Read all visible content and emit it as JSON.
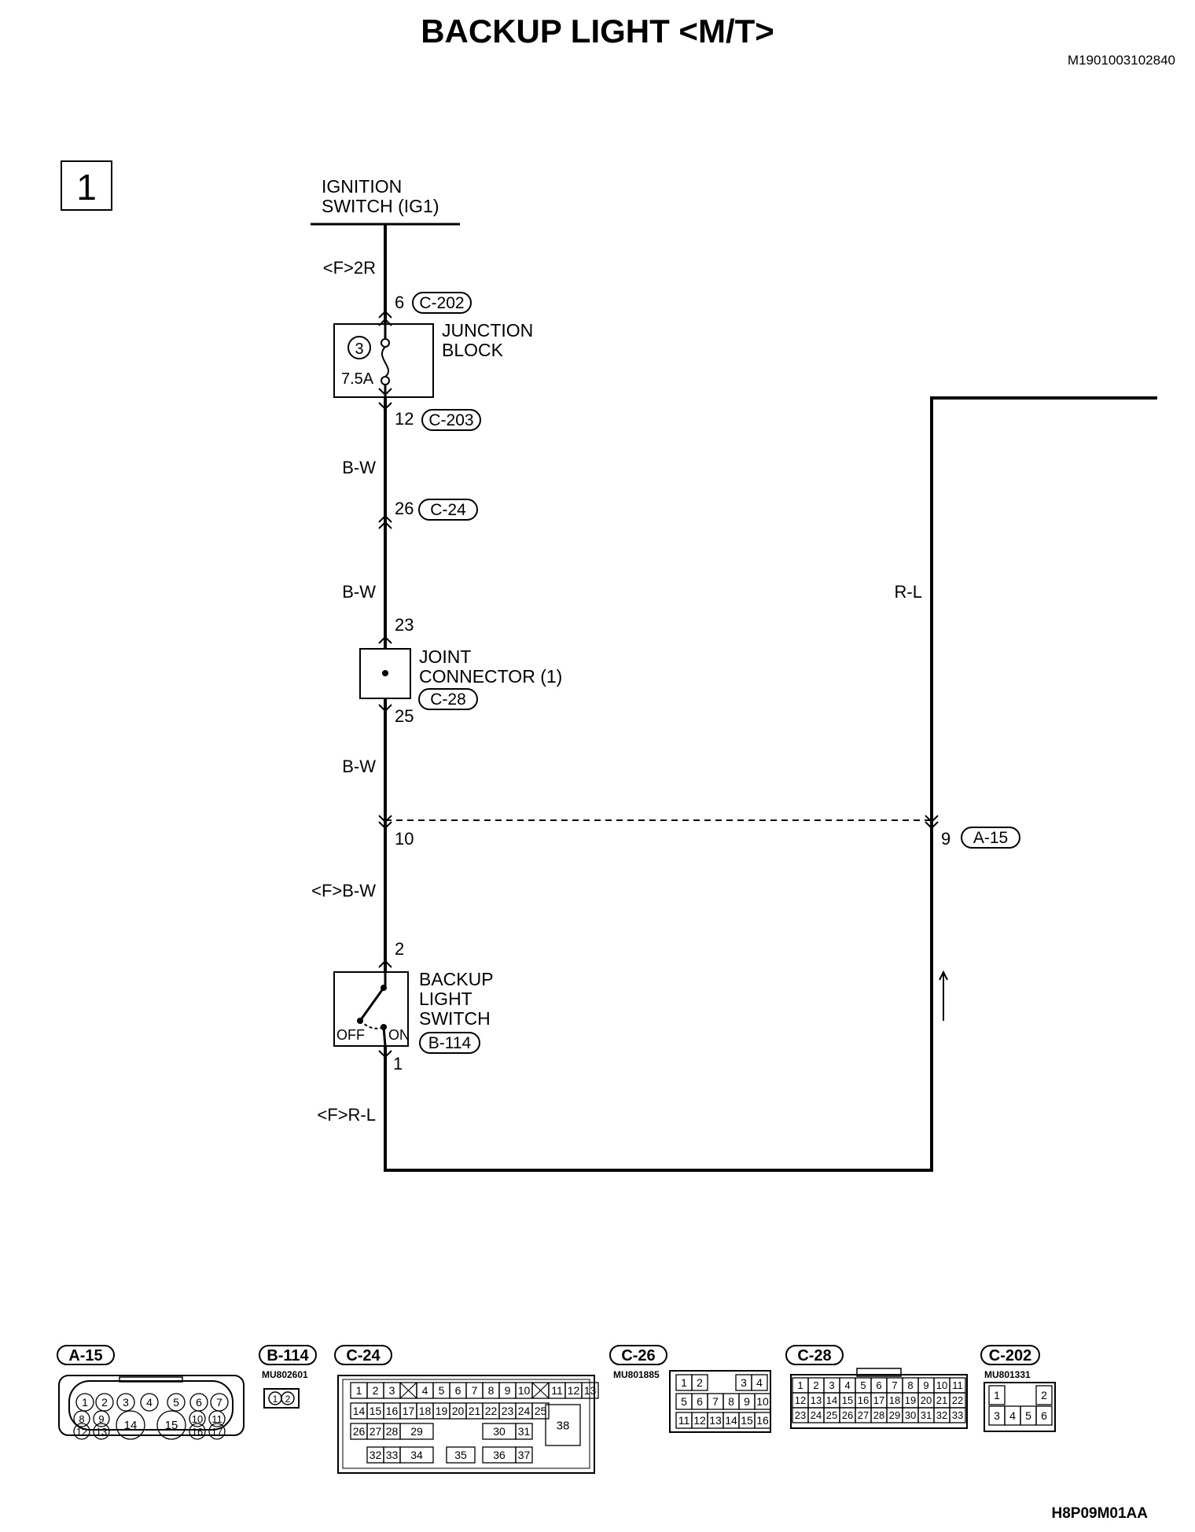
{
  "title": "BACKUP LIGHT <M/T>",
  "doc_code": "M1901003102840",
  "footer_code": "H8P09M01AA",
  "page_box": "1",
  "components": {
    "ignition_switch": [
      "IGNITION",
      "SWITCH (IG1)"
    ],
    "junction_block": [
      "JUNCTION",
      "BLOCK"
    ],
    "fuse_number": "3",
    "fuse_rating": "7.5A",
    "joint_connector": [
      "JOINT",
      "CONNECTOR (1)"
    ],
    "backup_light_switch": [
      "BACKUP",
      "LIGHT",
      "SWITCH"
    ],
    "switch_off": "OFF",
    "switch_on": "ON"
  },
  "wires": {
    "f_2r": "<F>2R",
    "bw1": "B-W",
    "bw2": "B-W",
    "bw3": "B-W",
    "f_bw": "<F>B-W",
    "f_rl": "<F>R-L",
    "rl": "R-L"
  },
  "pins": {
    "p6": "6",
    "p12": "12",
    "p26": "26",
    "p23": "23",
    "p25": "25",
    "p10": "10",
    "p9": "9",
    "p2": "2",
    "p1": "1"
  },
  "connectors": {
    "c202": "C-202",
    "c203": "C-203",
    "c24": "C-24",
    "c28": "C-28",
    "a15": "A-15",
    "b114": "B-114"
  },
  "legend": {
    "a15": {
      "label": "A-15",
      "rows": [
        [
          "1",
          "2",
          "3",
          "4",
          "5",
          "6",
          "7"
        ],
        [
          "8",
          "9",
          "10",
          "11"
        ],
        [
          "12",
          "13",
          "14",
          "15",
          "16",
          "17"
        ]
      ]
    },
    "b114": {
      "label": "B-114",
      "part": "MU802601",
      "pins": [
        "1",
        "2"
      ]
    },
    "c24": {
      "label": "C-24",
      "row1": [
        "1",
        "2",
        "3",
        "",
        "4",
        "5",
        "6",
        "7",
        "8",
        "9",
        "10",
        "",
        "11",
        "12",
        "13"
      ],
      "row2": [
        "14",
        "15",
        "16",
        "17",
        "18",
        "19",
        "20",
        "21",
        "22",
        "23",
        "24",
        "25"
      ],
      "row3": [
        "26",
        "27",
        "28",
        "29",
        "30",
        "31"
      ],
      "row4": [
        "32",
        "33",
        "34",
        "35",
        "36",
        "37"
      ],
      "big": "38"
    },
    "c26": {
      "label": "C-26",
      "part": "MU801885",
      "row1": [
        "1",
        "2",
        "3",
        "4"
      ],
      "row2": [
        "5",
        "6",
        "7",
        "8",
        "9",
        "10"
      ],
      "row3": [
        "11",
        "12",
        "13",
        "14",
        "15",
        "16"
      ]
    },
    "c28": {
      "label": "C-28",
      "row1": [
        "1",
        "2",
        "3",
        "4",
        "5",
        "6",
        "7",
        "8",
        "9",
        "10",
        "11"
      ],
      "row2": [
        "12",
        "13",
        "14",
        "15",
        "16",
        "17",
        "18",
        "19",
        "20",
        "21",
        "22"
      ],
      "row3": [
        "23",
        "24",
        "25",
        "26",
        "27",
        "28",
        "29",
        "30",
        "31",
        "32",
        "33"
      ]
    },
    "c202": {
      "label": "C-202",
      "part": "MU801331",
      "row1": [
        "1",
        "2"
      ],
      "row2": [
        "3",
        "4",
        "5",
        "6"
      ]
    }
  }
}
